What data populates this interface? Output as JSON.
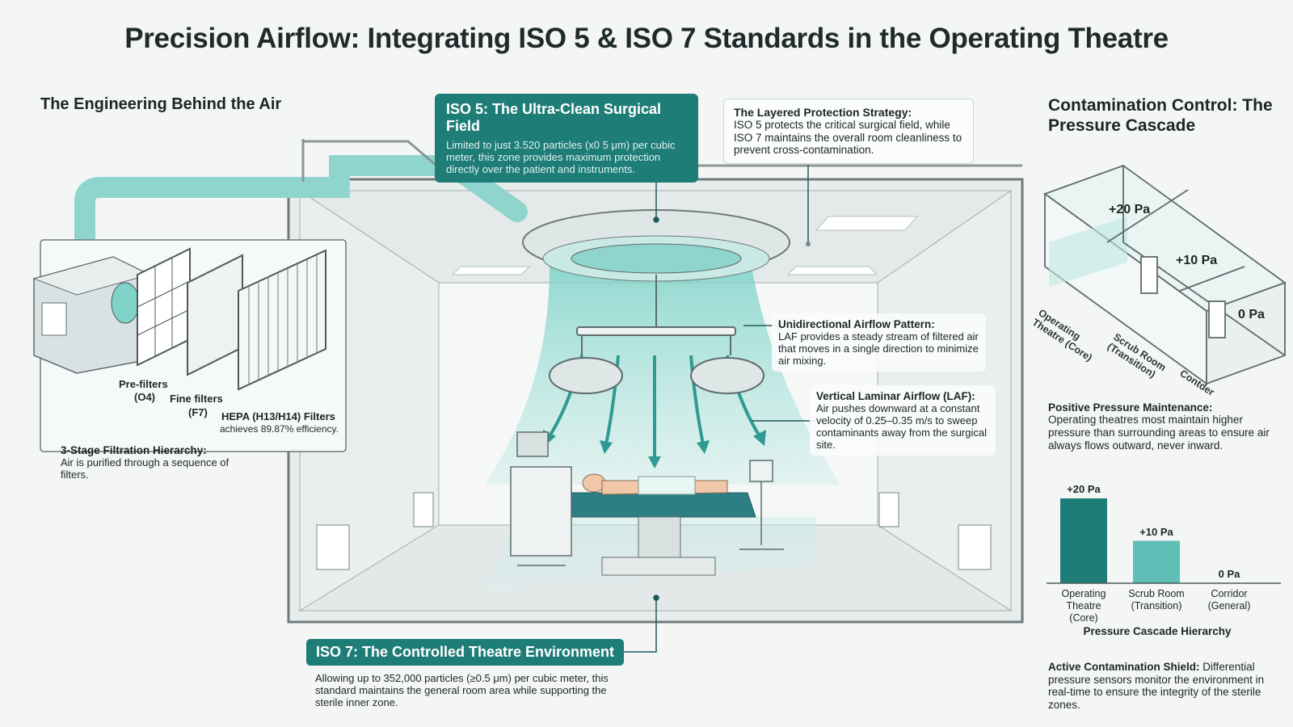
{
  "title": "Precision Airflow: Integrating ISO 5 & ISO 7 Standards in the Operating Theatre",
  "left_heading": "The Engineering Behind the Air",
  "right_heading": "Contamination Control: The Pressure Cascade",
  "iso5": {
    "title": "ISO 5: The Ultra-Clean Surgical Field",
    "body": "Limited to just 3.520 particles (x0 5 μm) per cubic meter, this zone provides maximum protection directly over the patient and instruments."
  },
  "layered": {
    "title": "The Layered Protection Strategy:",
    "body": "ISO 5 protects the critical surgical field, while ISO 7 maintains the overall room cleanliness to prevent cross-contamination."
  },
  "filters": {
    "pre": "Pre-filters",
    "pre_grade": "(O4)",
    "fine": "Fine filters",
    "fine_grade": "(F7)",
    "hepa": "HEPA (H13/H14) Filters",
    "hepa_note": "achieves 89.87% efficiency.",
    "stage_title": "3-Stage Filtration Hierarchy:",
    "stage_body": "Air is purified through a sequence of filters."
  },
  "unidirectional": {
    "title": "Unidirectional Airflow Pattern:",
    "body": "LAF provides a steady stream of filtered air that moves in a single direction to minimize air mixing."
  },
  "laf": {
    "title": "Vertical Laminar Airflow (LAF):",
    "body": "Air pushes downward at a constant velocity of 0.25–0.35 m/s to sweep contaminants away from the surgical site."
  },
  "iso7": {
    "title": "ISO 7: The Controlled Theatre Environment",
    "body": "Allowing up to 352,000 particles (≥0.5 μm) per cubic meter, this standard maintains the general room area while supporting the sterile inner zone."
  },
  "cascade_3d": {
    "p1": "+20 Pa",
    "p2": "+10 Pa",
    "p3": "0 Pa",
    "room1": "Operating Theatre (Core)",
    "room2": "Scrub Room (Transition)",
    "room3": "Contder"
  },
  "positive": {
    "title": "Positive Pressure Maintenance:",
    "body": "Operating theatres most maintain higher pressure than surrounding areas to ensure air always flows outward, never inward."
  },
  "chart_data": {
    "type": "bar",
    "title": "Pressure Cascade Hierarchy",
    "categories": [
      "Operating Theatre (Core)",
      "Scrub Room (Transition)",
      "Corridor (General)"
    ],
    "values": [
      20,
      10,
      0
    ],
    "value_labels": [
      "+20 Pa",
      "+10 Pa",
      "0 Pa"
    ],
    "colors": [
      "#1f7d78",
      "#5fbfb6",
      "#5fbfb6"
    ],
    "ylim": [
      0,
      20
    ],
    "grid": false
  },
  "shield": {
    "title": "Active Contamination Shield:",
    "body": "Differential pressure sensors monitor the environment in real-time to ensure the integrity of the sterile zones."
  }
}
